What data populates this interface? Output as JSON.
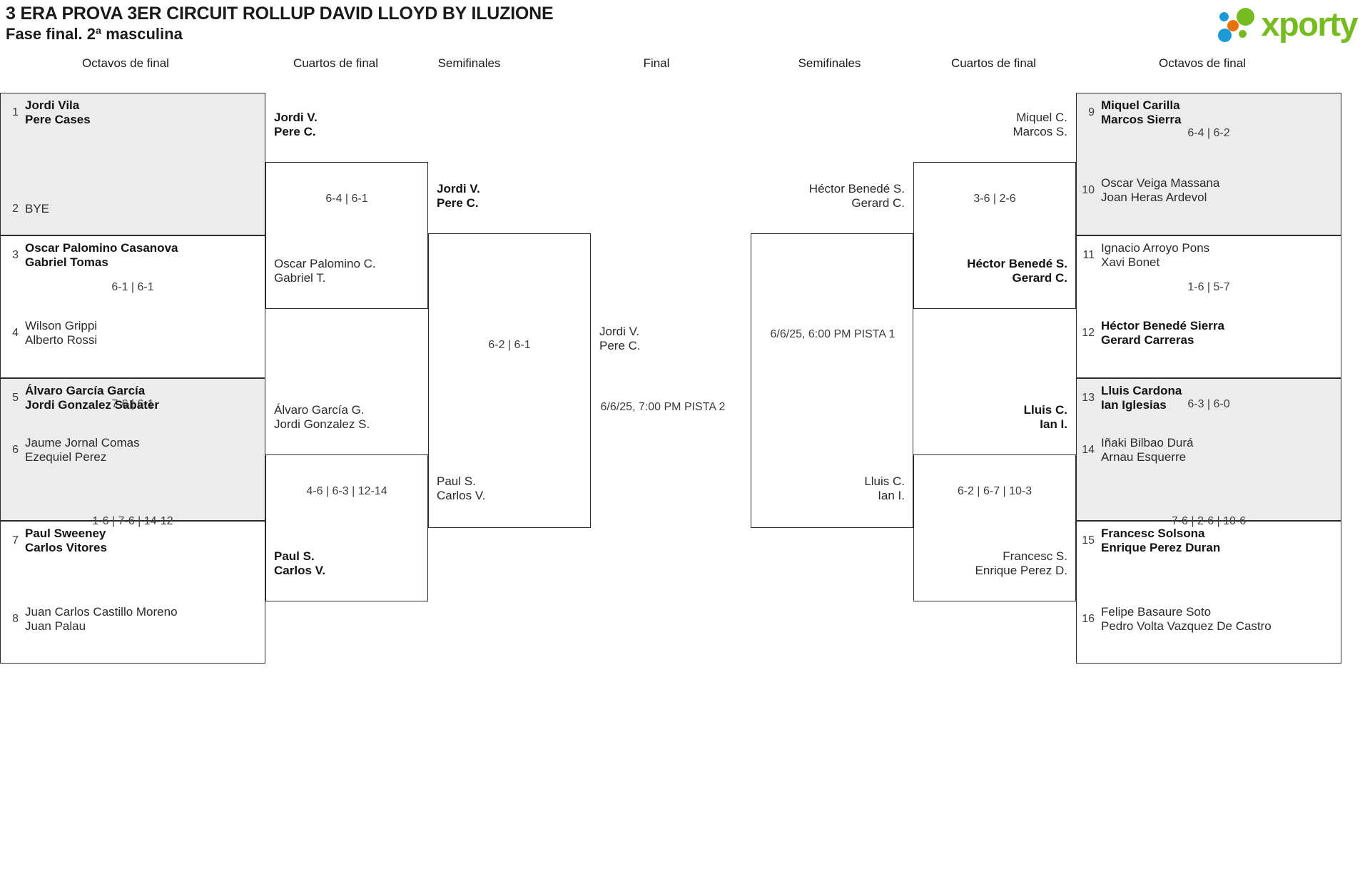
{
  "header": {
    "title": "3 ERA PROVA 3ER CIRCUIT ROLLUP DAVID LLOYD BY ILUZIONE",
    "subtitle": "Fase final. 2ª masculina",
    "logo_text": "xporty",
    "logo_colors": {
      "green": "#76bc21",
      "blue": "#1b9ad6",
      "orange": "#e8710a"
    }
  },
  "round_headers": {
    "left_r16": "Octavos de final",
    "left_qf": "Cuartos de final",
    "left_sf": "Semifinales",
    "final": "Final",
    "right_sf": "Semifinales",
    "right_qf": "Cuartos de final",
    "right_r16": "Octavos de final"
  },
  "left_r16": [
    {
      "winner_side": "top",
      "score": "",
      "top": {
        "seed": "1",
        "p1": "Jordi Vila",
        "p2": "Pere Cases",
        "won": true
      },
      "bottom": {
        "seed": "2",
        "p1": "BYE",
        "p2": "",
        "won": false
      }
    },
    {
      "winner_side": "top",
      "score": "6-1 | 6-1",
      "top": {
        "seed": "3",
        "p1": "Oscar Palomino Casanova",
        "p2": "Gabriel Tomas",
        "won": true
      },
      "bottom": {
        "seed": "4",
        "p1": "Wilson Grippi",
        "p2": "Alberto Rossi",
        "won": false
      }
    },
    {
      "winner_side": "top",
      "score": "7-6 | 6-1",
      "top": {
        "seed": "5",
        "p1": "Álvaro García García",
        "p2": "Jordi Gonzalez Sabater",
        "won": true
      },
      "bottom": {
        "seed": "6",
        "p1": "Jaume Jornal Comas",
        "p2": "Ezequiel Perez",
        "won": false
      }
    },
    {
      "winner_side": "top",
      "score": "1-6 | 7-6 | 14-12",
      "top": {
        "seed": "7",
        "p1": "Paul Sweeney",
        "p2": "Carlos Vitores",
        "won": true
      },
      "bottom": {
        "seed": "8",
        "p1": "Juan Carlos Castillo Moreno",
        "p2": "Juan Palau",
        "won": false
      }
    }
  ],
  "left_qf": [
    {
      "score": "6-4 | 6-1",
      "top": {
        "p1": "Jordi V.",
        "p2": "Pere C.",
        "won": true
      },
      "bottom": {
        "p1": "Oscar Palomino C.",
        "p2": "Gabriel T.",
        "won": false
      }
    },
    {
      "score": "4-6 | 6-3 | 12-14",
      "top": {
        "p1": "Álvaro García G.",
        "p2": "Jordi Gonzalez S.",
        "won": false
      },
      "bottom": {
        "p1": "Paul S.",
        "p2": "Carlos V.",
        "won": true
      }
    }
  ],
  "left_sf": [
    {
      "score": "6-2 | 6-1",
      "top": {
        "p1": "Jordi V.",
        "p2": "Pere C.",
        "won": true
      },
      "bottom": {
        "p1": "Paul S.",
        "p2": "Carlos V.",
        "won": false
      }
    }
  ],
  "final": {
    "top": {
      "p1": "Jordi V.",
      "p2": "Pere C.",
      "won": false
    },
    "schedule": "6/6/25, 7:00 PM PISTA 2"
  },
  "right_sf": [
    {
      "schedule": "6/6/25, 6:00 PM PISTA 1",
      "top": {
        "p1": "Héctor Benedé S.",
        "p2": "Gerard C.",
        "won": false
      },
      "bottom": {
        "p1": "Lluis C.",
        "p2": "Ian I.",
        "won": false
      }
    }
  ],
  "right_qf": [
    {
      "score": "3-6 | 2-6",
      "top": {
        "p1": "Miquel C.",
        "p2": "Marcos S.",
        "won": false
      },
      "bottom": {
        "p1": "Héctor Benedé S.",
        "p2": "Gerard C.",
        "won": true
      }
    },
    {
      "score": "6-2 | 6-7 | 10-3",
      "top": {
        "p1": "Lluis C.",
        "p2": "Ian I.",
        "won": true
      },
      "bottom": {
        "p1": "Francesc S.",
        "p2": "Enrique Perez D.",
        "won": false
      }
    }
  ],
  "right_r16": [
    {
      "score": "6-4 | 6-2",
      "top": {
        "seed": "9",
        "p1": "Miquel Carilla",
        "p2": "Marcos Sierra",
        "won": true
      },
      "bottom": {
        "seed": "10",
        "p1": "Oscar Veiga Massana",
        "p2": "Joan Heras Ardevol",
        "won": false
      }
    },
    {
      "score": "1-6 | 5-7",
      "top": {
        "seed": "11",
        "p1": "Ignacio Arroyo Pons",
        "p2": "Xavi Bonet",
        "won": false
      },
      "bottom": {
        "seed": "12",
        "p1": "Héctor Benedé Sierra",
        "p2": "Gerard Carreras",
        "won": true
      }
    },
    {
      "score": "6-3 | 6-0",
      "top": {
        "seed": "13",
        "p1": "Lluis Cardona",
        "p2": "Ian Iglesias",
        "won": true
      },
      "bottom": {
        "seed": "14",
        "p1": "Iñaki Bilbao Durá",
        "p2": "Arnau Esquerre",
        "won": false
      }
    },
    {
      "score": "7-6 | 2-6 | 10-6",
      "top": {
        "seed": "15",
        "p1": "Francesc Solsona",
        "p2": "Enrique Perez Duran",
        "won": true
      },
      "bottom": {
        "seed": "16",
        "p1": "Felipe Basaure Soto",
        "p2": "Pedro Volta Vazquez De Castro",
        "won": false
      }
    }
  ]
}
